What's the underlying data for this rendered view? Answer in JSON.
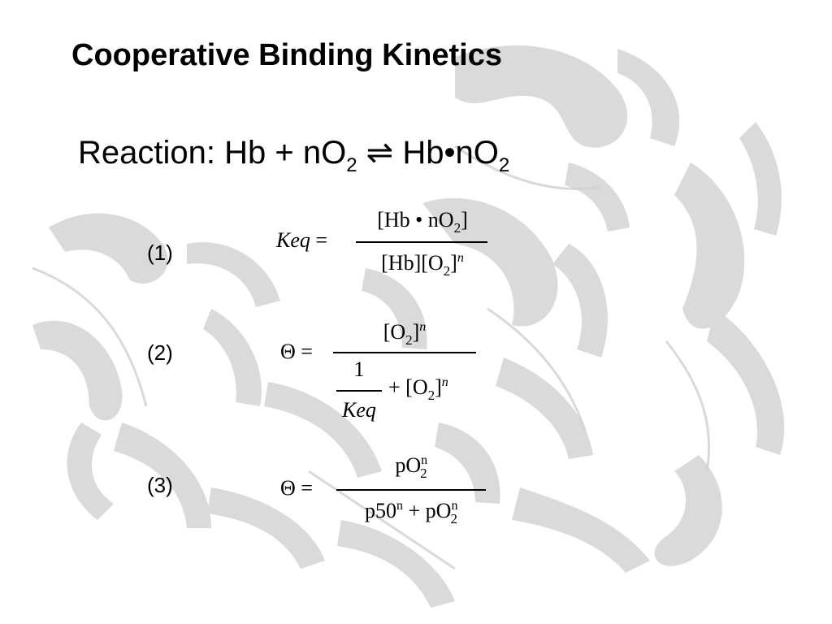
{
  "slide": {
    "title": "Cooperative Binding Kinetics",
    "reaction": {
      "label": "Reaction:",
      "lhs": "Hb + nO",
      "lhs_sub": "2",
      "arrow": "⇌",
      "rhs": "Hb•nO",
      "rhs_sub": "2"
    },
    "equations": [
      {
        "number": "(1)",
        "lhs": "Keq",
        "equals": "=",
        "numerator": "[Hb • nO",
        "numerator_sub": "2",
        "numerator_end": "]",
        "denominator": "[Hb][O",
        "denominator_sub": "2",
        "denominator_end": "]",
        "denominator_sup": "n"
      },
      {
        "number": "(2)",
        "lhs": "Θ",
        "equals": "=",
        "numerator": "[O",
        "numerator_sub": "2",
        "numerator_end": "]",
        "numerator_sup": "n",
        "inner_numerator": "1",
        "inner_denominator": "Keq",
        "plus_term": "+ [O",
        "plus_sub": "2",
        "plus_end": "]",
        "plus_sup": "n"
      },
      {
        "number": "(3)",
        "lhs": "Θ",
        "equals": "=",
        "numerator": "pO",
        "numerator_sup": "n",
        "numerator_sub": "2",
        "denominator_a": "p50",
        "denominator_a_sup": "n",
        "denominator_plus": "+ pO",
        "denominator_b_sup": "n",
        "denominator_b_sub": "2"
      }
    ]
  },
  "colors": {
    "background": "#ffffff",
    "watermark": "#d2d2d2",
    "text": "#000000"
  }
}
